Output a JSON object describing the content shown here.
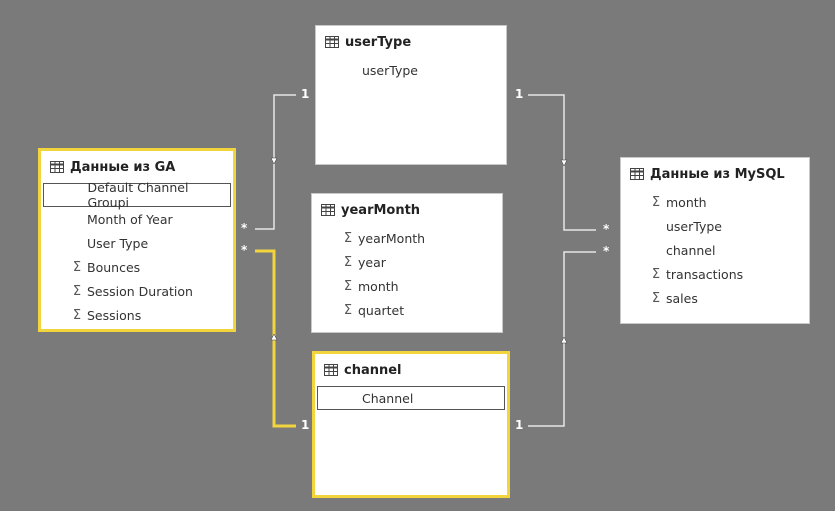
{
  "tables": {
    "ga": {
      "title": "Данные из GA",
      "fields": [
        {
          "label": "Default Channel Groupi",
          "sigma": ""
        },
        {
          "label": "Month of Year",
          "sigma": ""
        },
        {
          "label": "User Type",
          "sigma": ""
        },
        {
          "label": "Bounces",
          "sigma": "Σ"
        },
        {
          "label": "Session Duration",
          "sigma": "Σ"
        },
        {
          "label": "Sessions",
          "sigma": "Σ"
        }
      ]
    },
    "usertype": {
      "title": "userType",
      "fields": [
        {
          "label": "userType",
          "sigma": ""
        }
      ]
    },
    "yearmonth": {
      "title": "yearMonth",
      "fields": [
        {
          "label": "yearMonth",
          "sigma": "Σ"
        },
        {
          "label": "year",
          "sigma": "Σ"
        },
        {
          "label": "month",
          "sigma": "Σ"
        },
        {
          "label": "quartet",
          "sigma": "Σ"
        }
      ]
    },
    "channel": {
      "title": "channel",
      "fields": [
        {
          "label": "Channel",
          "sigma": ""
        }
      ]
    },
    "mysql": {
      "title": "Данные из MySQL",
      "fields": [
        {
          "label": "month",
          "sigma": "Σ"
        },
        {
          "label": "userType",
          "sigma": ""
        },
        {
          "label": "channel",
          "sigma": ""
        },
        {
          "label": "transactions",
          "sigma": "Σ"
        },
        {
          "label": "sales",
          "sigma": "Σ"
        }
      ]
    }
  },
  "cardinality": {
    "ga_usertype_many": "*",
    "usertype_ga_one": "1",
    "ga_channel_many": "*",
    "channel_ga_one": "1",
    "usertype_mysql_one": "1",
    "mysql_usertype_many": "*",
    "channel_mysql_one": "1",
    "mysql_channel_many": "*"
  },
  "colors": {
    "background": "#7a7a7a",
    "selected_border": "#f2d43d",
    "link": "#e6e6e6",
    "selected_link": "#f2d43d"
  },
  "icons": {
    "table": "table-grid-icon",
    "measure": "sigma-icon"
  }
}
